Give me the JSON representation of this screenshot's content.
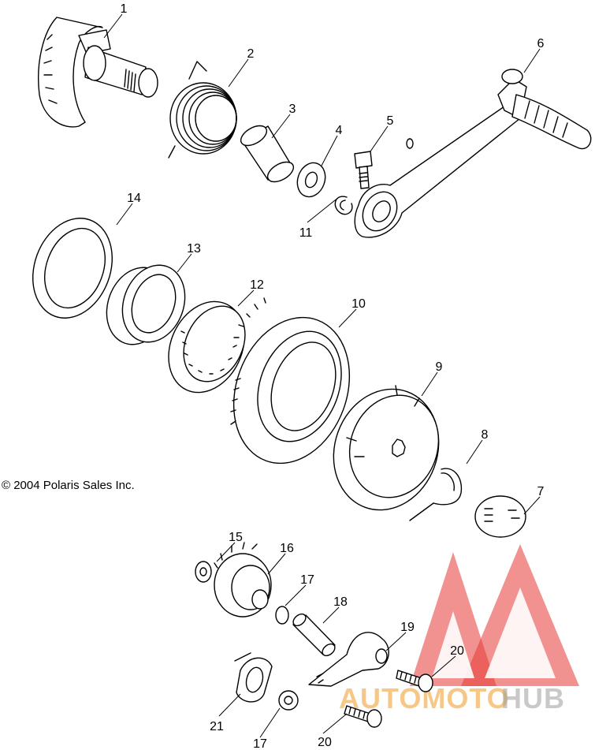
{
  "diagram": {
    "copyright": "© 2004 Polaris Sales Inc.",
    "watermark": {
      "part1": "AUTOMOTO",
      "part2": "HUB",
      "colors": {
        "triangle": "#e53935",
        "text1": "#f2a33a",
        "text2": "#9e9e9e"
      }
    },
    "labels": {
      "p1": "1",
      "p2": "2",
      "p3": "3",
      "p4": "4",
      "p5": "5",
      "p6": "6",
      "p7": "7",
      "p8": "8",
      "p9": "9",
      "p10": "10",
      "p11": "11",
      "p12": "12",
      "p13": "13",
      "p14": "14",
      "p15": "15",
      "p16": "16",
      "p17a": "17",
      "p17b": "17",
      "p18": "18",
      "p19": "19",
      "p20a": "20",
      "p20b": "20",
      "p21": "21"
    }
  }
}
